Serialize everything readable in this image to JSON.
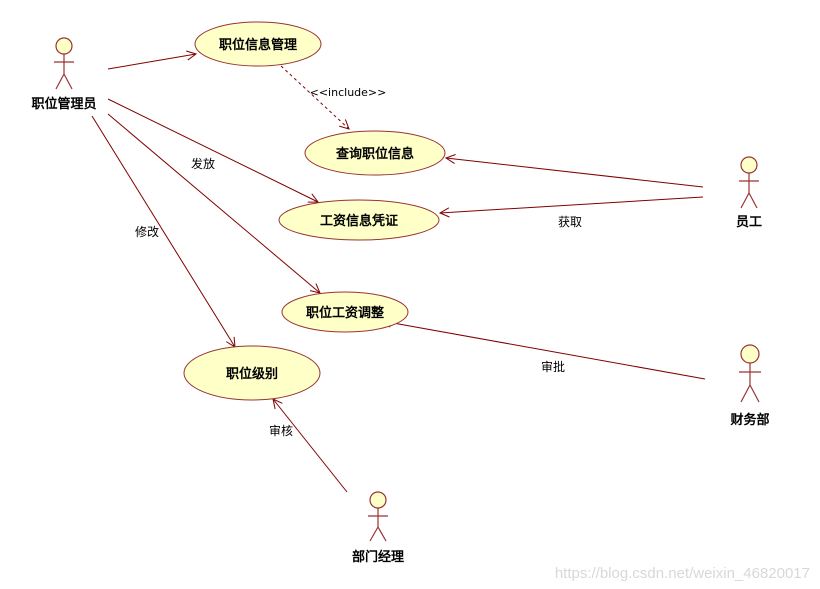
{
  "use_cases": {
    "position_info_mgmt": "职位信息管理",
    "query_position_info": "查询职位信息",
    "salary_voucher": "工资信息凭证",
    "position_salary_adjust": "职位工资调整",
    "position_level": "职位级别"
  },
  "actors": {
    "position_admin": "职位管理员",
    "employee": "员工",
    "finance_dept": "财务部",
    "dept_manager": "部门经理"
  },
  "edge_labels": {
    "include": "<<include>>",
    "issue": "发放",
    "modify": "修改",
    "obtain": "获取",
    "approve": "审批",
    "review": "审核"
  },
  "colors": {
    "use_case_fill": "#ffffc8",
    "line": "#800000",
    "outline": "#993333"
  },
  "watermark": "https://blog.csdn.net/weixin_46820017"
}
